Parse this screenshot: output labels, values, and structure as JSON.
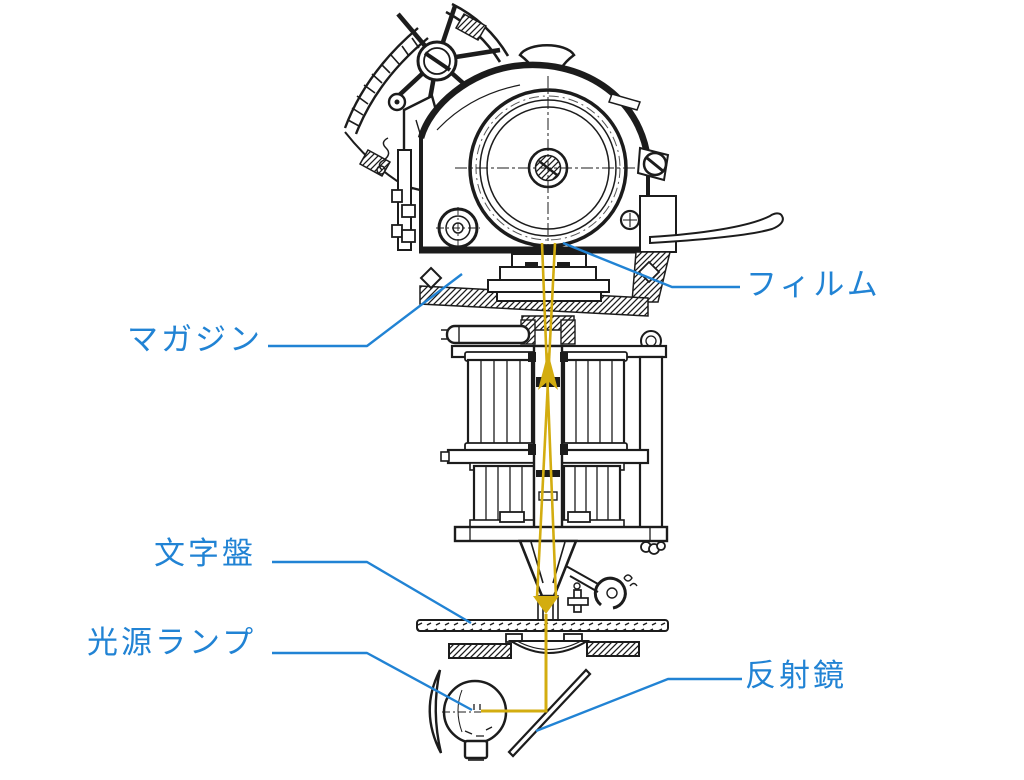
{
  "colors": {
    "ink": "#1c1c1c",
    "accent_blue": "#2183d4",
    "accent_yellow": "#d3ad10",
    "background": "#ffffff"
  },
  "labels": {
    "magazine": "マガジン",
    "film": "フィルム",
    "dial_face": "文字盤",
    "light_lamp": "光源ランプ",
    "reflector": "反射鏡"
  }
}
